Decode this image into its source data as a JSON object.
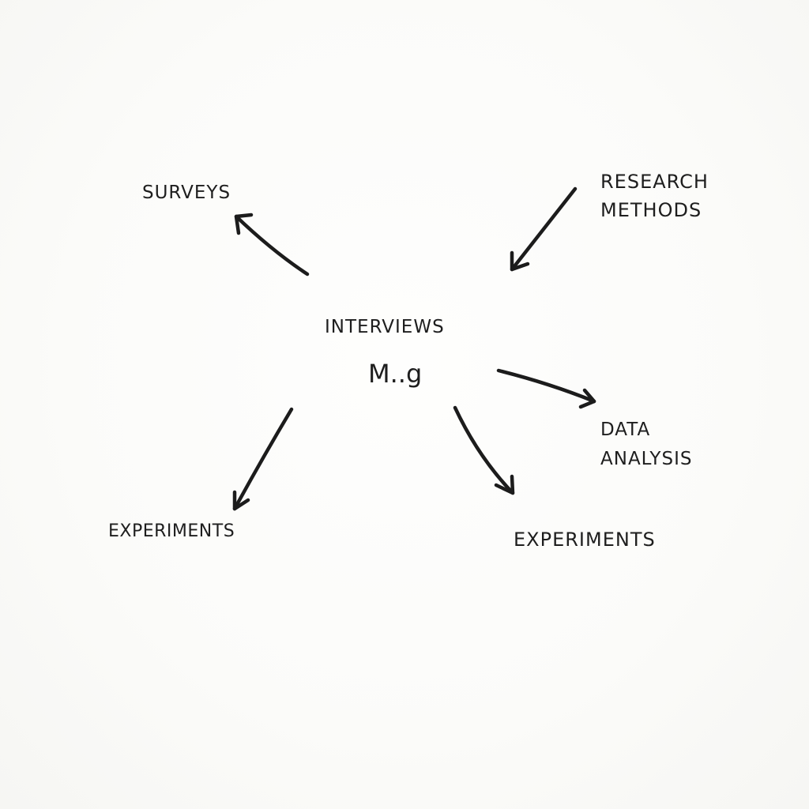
{
  "diagram": {
    "center": {
      "title": "INTERVIEWS",
      "subtitle": "M..g"
    },
    "nodes": {
      "surveys": "SURVEYS",
      "research_methods": "RESEARCH\nMETHODS",
      "data_analysis": "DATA\nANALYSIS",
      "experiments_left": "EXPERIMENTS",
      "experiments_right": "EXPERIMENTS"
    },
    "ink_color": "#1c1c1c",
    "paper_color": "#fbfbf9"
  }
}
